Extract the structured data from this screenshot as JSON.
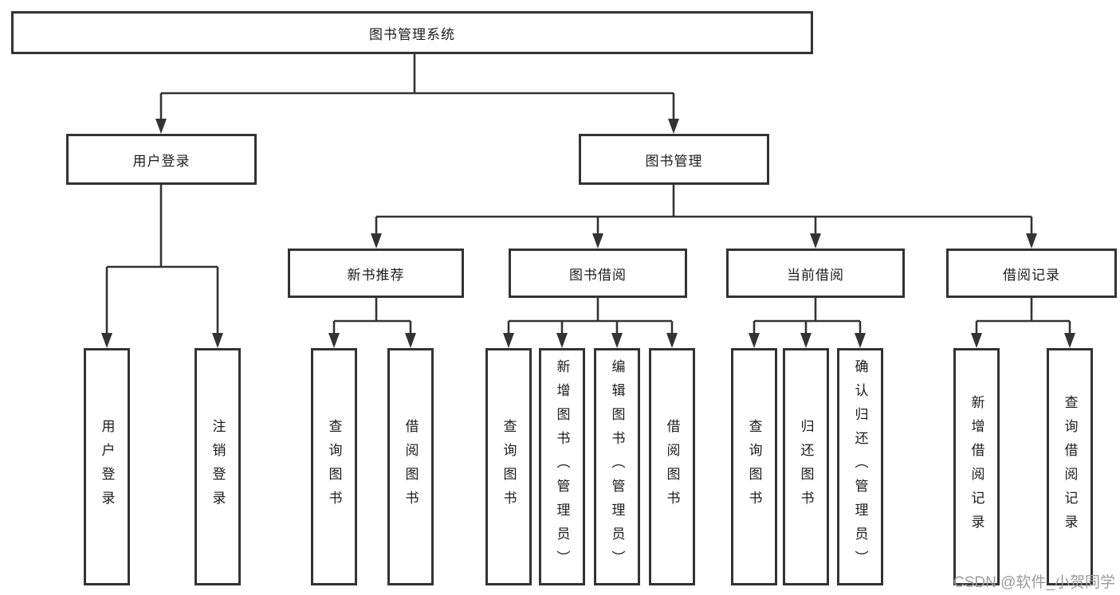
{
  "tree": {
    "root": {
      "label": "图书管理系统"
    },
    "branches": [
      {
        "label": "用户登录",
        "children": [
          {
            "label": "用户登录"
          },
          {
            "label": "注销登录"
          }
        ]
      },
      {
        "label": "图书管理",
        "children": [
          {
            "label": "新书推荐",
            "children": [
              {
                "label": "查询图书"
              },
              {
                "label": "借阅图书"
              }
            ]
          },
          {
            "label": "图书借阅",
            "children": [
              {
                "label": "查询图书"
              },
              {
                "label": "新增图书（管理员）"
              },
              {
                "label": "编辑图书（管理员）"
              },
              {
                "label": "借阅图书"
              }
            ]
          },
          {
            "label": "当前借阅",
            "children": [
              {
                "label": "查询图书"
              },
              {
                "label": "归还图书"
              },
              {
                "label": "确认归还（管理员）"
              }
            ]
          },
          {
            "label": "借阅记录",
            "children": [
              {
                "label": "新增借阅记录"
              },
              {
                "label": "查询借阅记录"
              }
            ]
          }
        ]
      }
    ]
  },
  "watermark": {
    "text": "CSDN @软件_小贺同学"
  },
  "colors": {
    "line": "#333333",
    "text": "#1c1c1c",
    "watermark": "#9b9b9b",
    "bg": "#ffffff"
  }
}
